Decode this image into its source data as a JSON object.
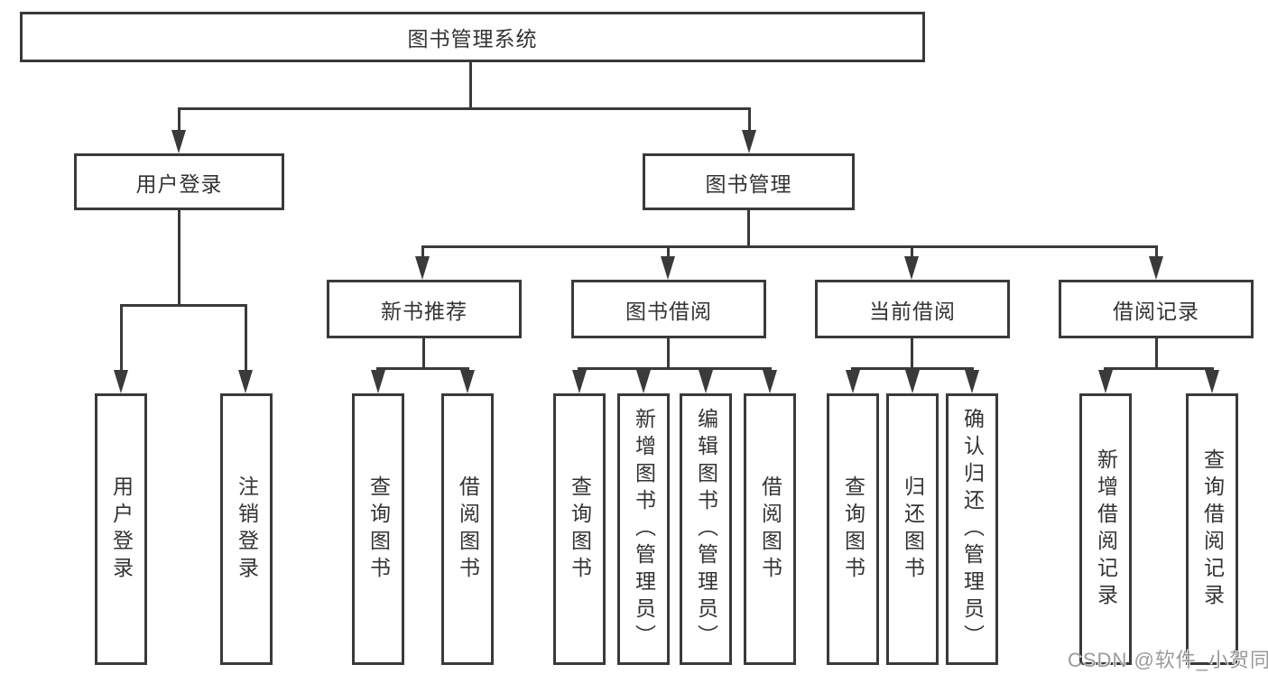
{
  "diagram": {
    "colors": {
      "line": "#3a3a3a",
      "box_background": "#ffffff",
      "text": "#333333",
      "watermark": "#7d7d7d"
    },
    "nodes": {
      "root": "图书管理系统",
      "user_login": "用户登录",
      "book_mgmt": "图书管理",
      "new_book": "新书推荐",
      "book_borrow": "图书借阅",
      "current_borrow": "当前借阅",
      "borrow_records": "借阅记录",
      "ul_login": "用户登录",
      "ul_logout": "注销登录",
      "nb_query": "查询图书",
      "nb_borrow": "借阅图书",
      "bb_query": "查询图书",
      "bb_add": "新增图书（管理员）",
      "bb_edit": "编辑图书（管理员）",
      "bb_borrow": "借阅图书",
      "cb_query": "查询图书",
      "cb_return": "归还图书",
      "cb_confirm": "确认归还（管理员）",
      "br_add": "新增借阅记录",
      "br_query": "查询借阅记录"
    },
    "watermark": "CSDN @软件_小贺同学"
  }
}
